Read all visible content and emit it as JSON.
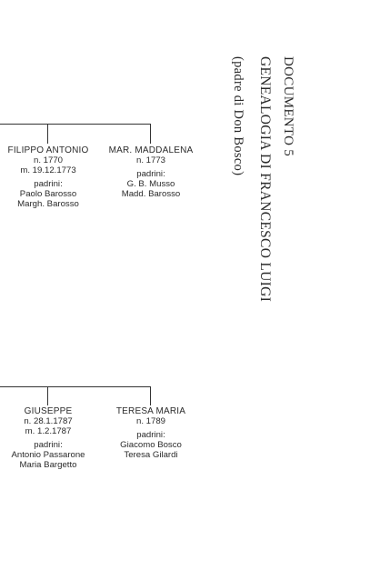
{
  "document": {
    "heading": "DOCUMENTO 5",
    "title": "GENEALOGIA DI FRANCESCO LUIGI",
    "subtitle": "(padre di Don Bosco)"
  },
  "groups": [
    {
      "children": [
        {
          "name": "FILIPPO ANTONIO",
          "lines": [
            "n. 1770",
            "m. 19.12.1773"
          ],
          "godparents_label": "padrini:",
          "godparents": [
            "Paolo Barosso",
            "Margh. Barosso"
          ]
        },
        {
          "name": "MAR. MADDALENA",
          "lines": [
            "n. 1773"
          ],
          "godparents_label": "padrini:",
          "godparents": [
            "G. B. Musso",
            "Madd. Barosso"
          ]
        }
      ]
    },
    {
      "children": [
        {
          "name": "GIUSEPPE",
          "lines": [
            "n. 28.1.1787",
            "m. 1.2.1787"
          ],
          "godparents_label": "padrini:",
          "godparents": [
            "Antonio Passarone",
            "Maria Bargetto"
          ]
        },
        {
          "name": "TERESA MARIA",
          "lines": [
            "n. 1789"
          ],
          "godparents_label": "padrini:",
          "godparents": [
            "Giacomo Bosco",
            "Teresa Gilardi"
          ]
        }
      ]
    }
  ]
}
